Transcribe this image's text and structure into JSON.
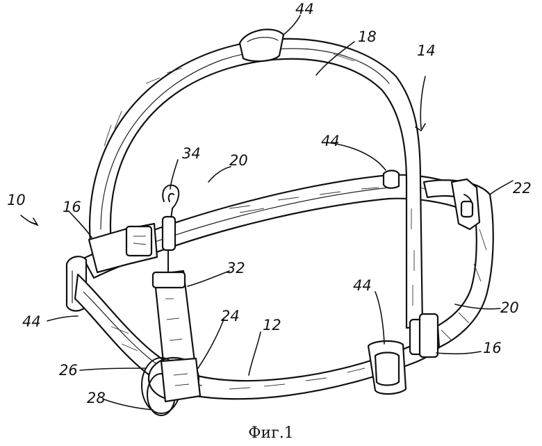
{
  "caption": "Фиг.1",
  "labels": {
    "l10": "10",
    "l12": "12",
    "l14": "14",
    "l16a": "16",
    "l16b": "16",
    "l18": "18",
    "l20a": "20",
    "l20b": "20",
    "l22": "22",
    "l24": "24",
    "l26": "26",
    "l28": "28",
    "l32": "32",
    "l34": "34",
    "l44a": "44",
    "l44b": "44",
    "l44c": "44",
    "l44d": "44"
  }
}
